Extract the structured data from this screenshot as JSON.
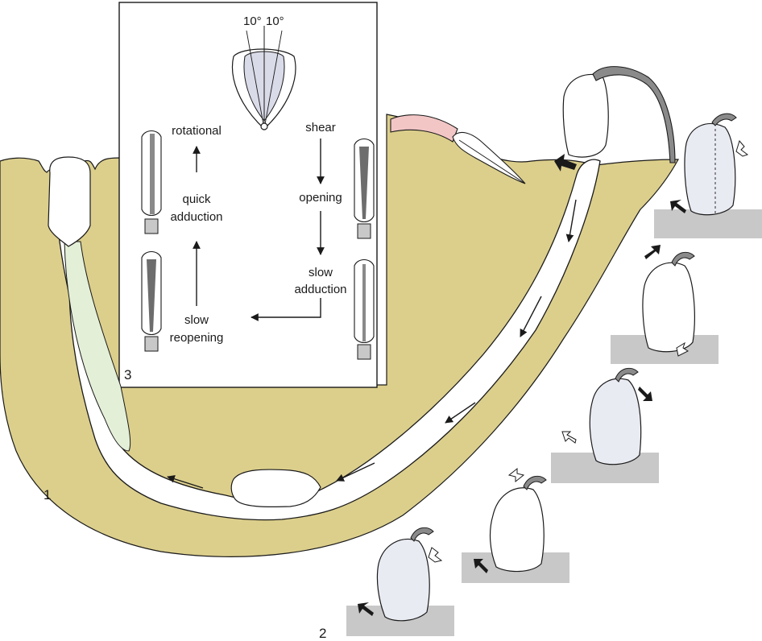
{
  "figure": {
    "panel_numbers": {
      "one": "1",
      "two": "2",
      "three": "3"
    },
    "angle_labels": {
      "left": "10°",
      "right": "10°"
    },
    "cycle": {
      "shear": "shear",
      "opening": "opening",
      "slow_adduction_1": "slow",
      "slow_adduction_2": "adduction",
      "slow_reopening_1": "slow",
      "slow_reopening_2": "reopening",
      "quick_adduction_1": "quick",
      "quick_adduction_2": "adduction",
      "rotational": "rotational"
    }
  },
  "colors": {
    "sediment": "#dccf8c",
    "shell_fill": "#ffffff",
    "shell_shade": "#e9ebf3",
    "inner_panel_shade": "#d9dbe8",
    "block": "#c8c8c8",
    "green_tube": "#e4efd8",
    "pink_siphon": "#f3c6c6",
    "dark": "#1a1a1a"
  }
}
